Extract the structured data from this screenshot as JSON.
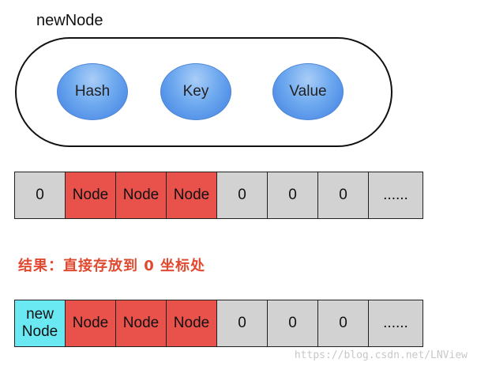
{
  "title": "newNode",
  "node_fields": [
    "Hash",
    "Key",
    "Value"
  ],
  "colors": {
    "node_cell": "#e9524b",
    "empty_cell": "#d2d2d2",
    "new_node_cell": "#6be9f3",
    "field_bubble": "#6ea9ef",
    "result_text": "#e14a30"
  },
  "table_before": [
    "0",
    "Node",
    "Node",
    "Node",
    "0",
    "0",
    "0",
    "......"
  ],
  "result_text": "结果：直接存放到 0 坐标处",
  "table_after": [
    "new\nNode",
    "Node",
    "Node",
    "Node",
    "0",
    "0",
    "0",
    "......"
  ],
  "watermark": "https://blog.csdn.net/LNView"
}
